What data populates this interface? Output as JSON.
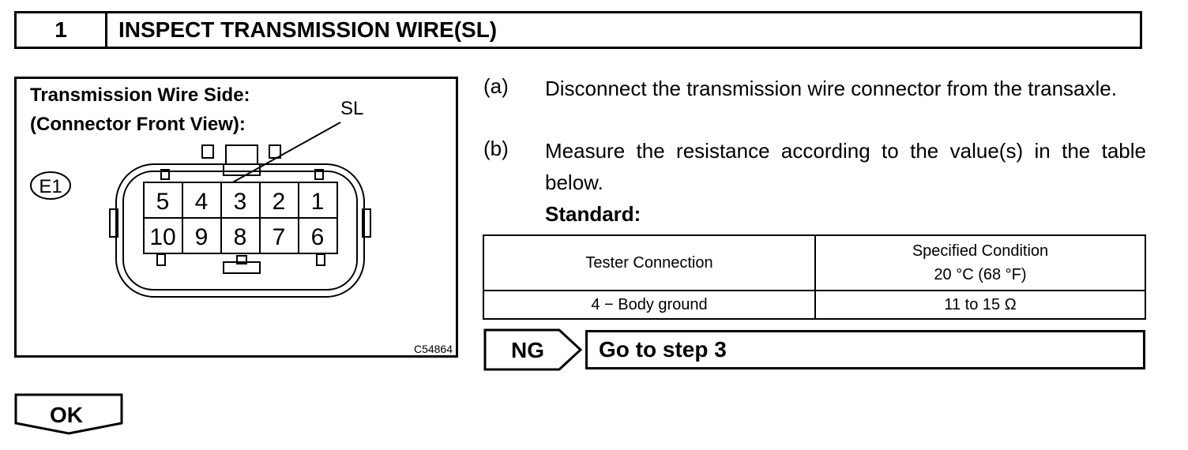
{
  "step": {
    "number": "1",
    "title": "INSPECT TRANSMISSION WIRE(SL)"
  },
  "diagram": {
    "heading_line1": "Transmission Wire Side:",
    "heading_line2": "(Connector Front View):",
    "terminal_label": "SL",
    "connector_id": "E1",
    "pins_row1": [
      "5",
      "4",
      "3",
      "2",
      "1"
    ],
    "pins_row2": [
      "10",
      "9",
      "8",
      "7",
      "6"
    ],
    "figure_code": "C54864"
  },
  "instructions": [
    {
      "letter": "(a)",
      "text": "Disconnect the transmission wire connector from the transaxle."
    },
    {
      "letter": "(b)",
      "text": "Measure the resistance according to the value(s) in the table below."
    }
  ],
  "standard_label": "Standard:",
  "table": {
    "headers": [
      "Tester Connection",
      "Specified Condition",
      "20 °C (68 °F)"
    ],
    "rows": [
      [
        "4 − Body ground",
        "11 to 15 Ω"
      ]
    ]
  },
  "results": {
    "ng_label": "NG",
    "ng_action": "Go to step 3",
    "ok_label": "OK"
  }
}
